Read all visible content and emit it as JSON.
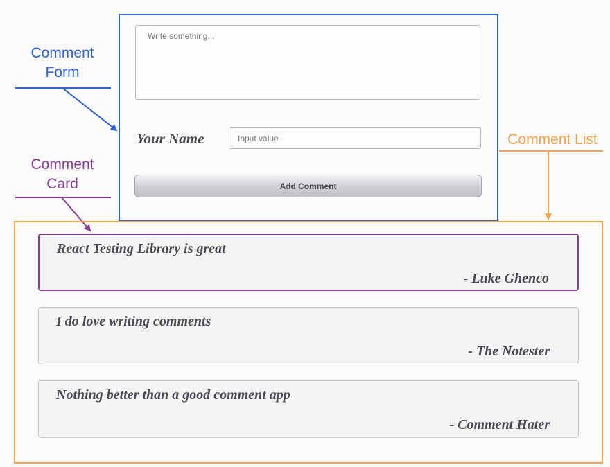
{
  "callouts": {
    "comment_form": {
      "line1": "Comment",
      "line2": "Form",
      "color": "#2d63d6"
    },
    "comment_card": {
      "line1": "Comment",
      "line2": "Card",
      "color": "#8c3c9a"
    },
    "comment_list": {
      "label": "Comment List",
      "color": "#f3a449"
    }
  },
  "form": {
    "textarea_placeholder": "Write something...",
    "name_label": "Your Name",
    "name_placeholder": "Input value",
    "submit_label": "Add Comment"
  },
  "comments": [
    {
      "text": "React Testing Library is great",
      "author": "- Luke Ghenco"
    },
    {
      "text": "I do love writing comments",
      "author": "- The Notester"
    },
    {
      "text": "Nothing better than a good comment app",
      "author": "- Comment Hater"
    }
  ]
}
